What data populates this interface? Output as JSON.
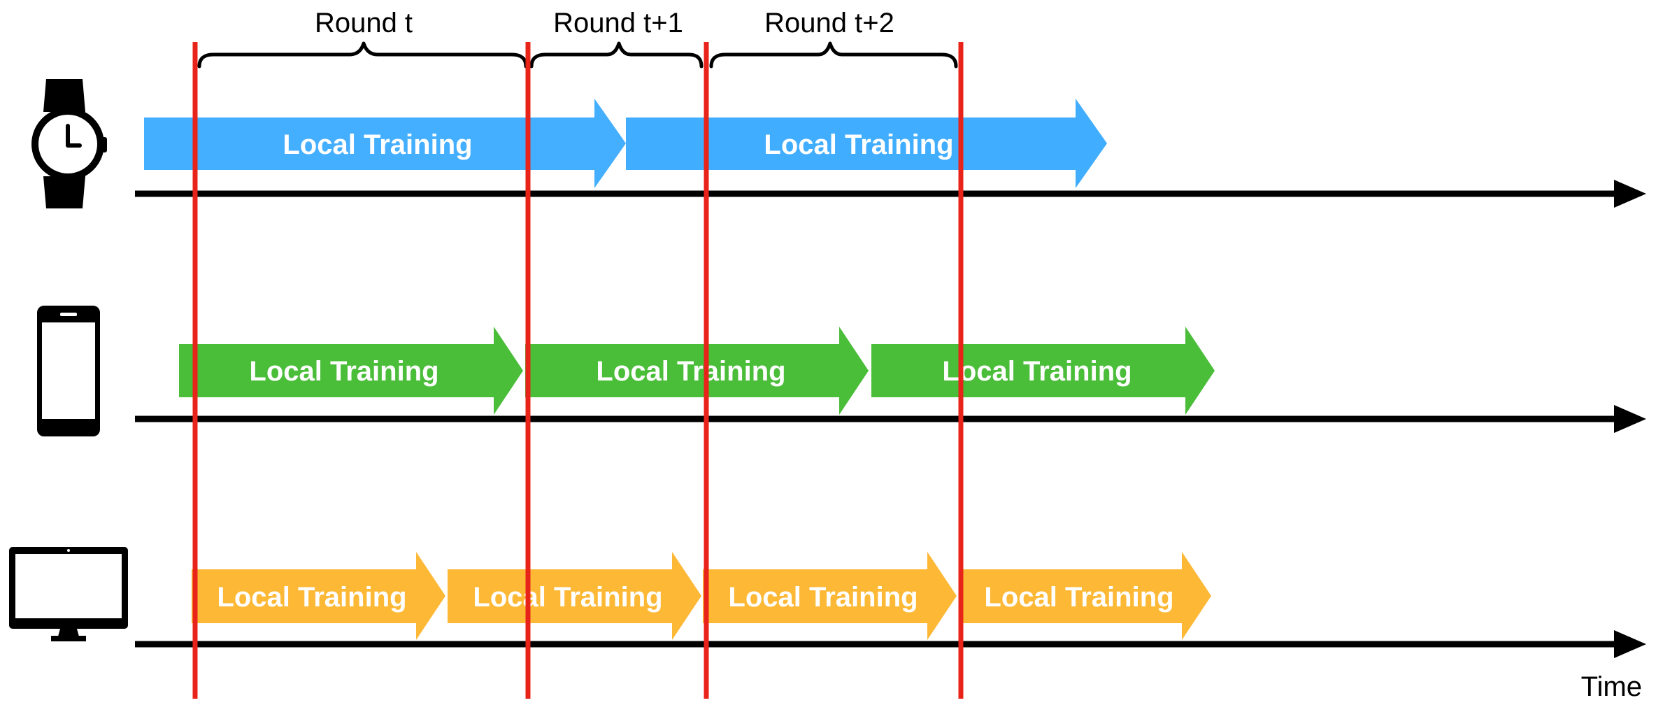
{
  "rounds": [
    {
      "label": "Round t"
    },
    {
      "label": "Round t+1"
    },
    {
      "label": "Round t+2"
    }
  ],
  "time_label": "Time",
  "devices": [
    {
      "icon": "smartwatch-icon",
      "color": "#3BAAFF",
      "trainings": [
        {
          "label": "Local Training"
        },
        {
          "label": "Local Training"
        }
      ]
    },
    {
      "icon": "smartphone-icon",
      "color": "#44BB33",
      "trainings": [
        {
          "label": "Local Training"
        },
        {
          "label": "Local Training"
        },
        {
          "label": "Local Training"
        }
      ]
    },
    {
      "icon": "monitor-icon",
      "color": "#FDB630",
      "trainings": [
        {
          "label": "Local Training"
        },
        {
          "label": "Local Training"
        },
        {
          "label": "Local Training"
        },
        {
          "label": "Local Training"
        }
      ]
    }
  ],
  "colors": {
    "round_boundary": "#E8241A",
    "timeline": "#000000"
  }
}
